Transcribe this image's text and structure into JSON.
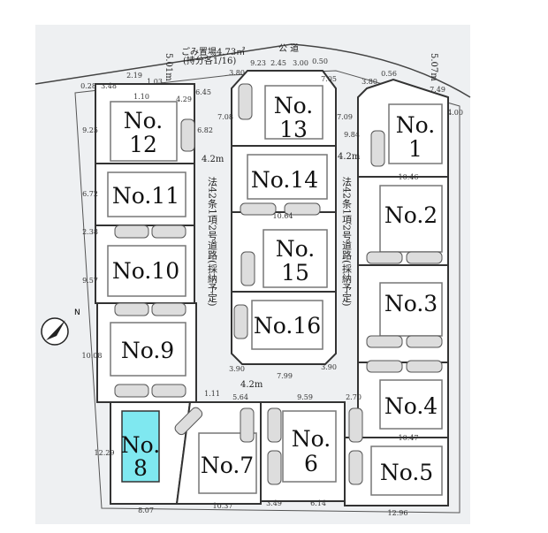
{
  "title_road": "公 道",
  "garbage": "ごみ置場4.73㎡",
  "garbage_share": "(持分各1/16)",
  "road_width": "4.2m",
  "setback_left": "5.01m",
  "setback_right": "5.07m",
  "private_road": "法42条1項2号道路(採納予定)",
  "lots": {
    "l1": "No.1",
    "l2": "No.2",
    "l3": "No.3",
    "l4": "No.4",
    "l5": "No.5",
    "l6a": "No.",
    "l6b": "6",
    "l7": "No.7",
    "l8a": "No.",
    "l8b": "8",
    "l9": "No.9",
    "l10": "No.10",
    "l11": "No.11",
    "l12a": "No.",
    "l12b": "12",
    "l13a": "No.",
    "l13b": "13",
    "l14": "No.14",
    "l15a": "No.",
    "l15b": "15",
    "l16": "No.16",
    "l1a": "No.",
    "l1b": "1"
  },
  "dims": [
    "0.28",
    "3.48",
    "2.19",
    "1.03",
    "1.10",
    "4.29",
    "6.45",
    "9.25",
    "6.82",
    "3.80",
    "9.23",
    "2.45",
    "3.00",
    "0.50",
    "7.05",
    "7.08",
    "7.09",
    "3.80",
    "0.56",
    "7.49",
    "4.00",
    "9.84",
    "6.72",
    "2.38",
    "9.57",
    "10.08",
    "12.29",
    "8.07",
    "10.37",
    "3.49",
    "6.14",
    "12.96",
    "5.64",
    "9.59",
    "2.70",
    "1.11",
    "3.90",
    "3.90",
    "7.99",
    "10.64",
    "10.46",
    "10.47"
  ]
}
